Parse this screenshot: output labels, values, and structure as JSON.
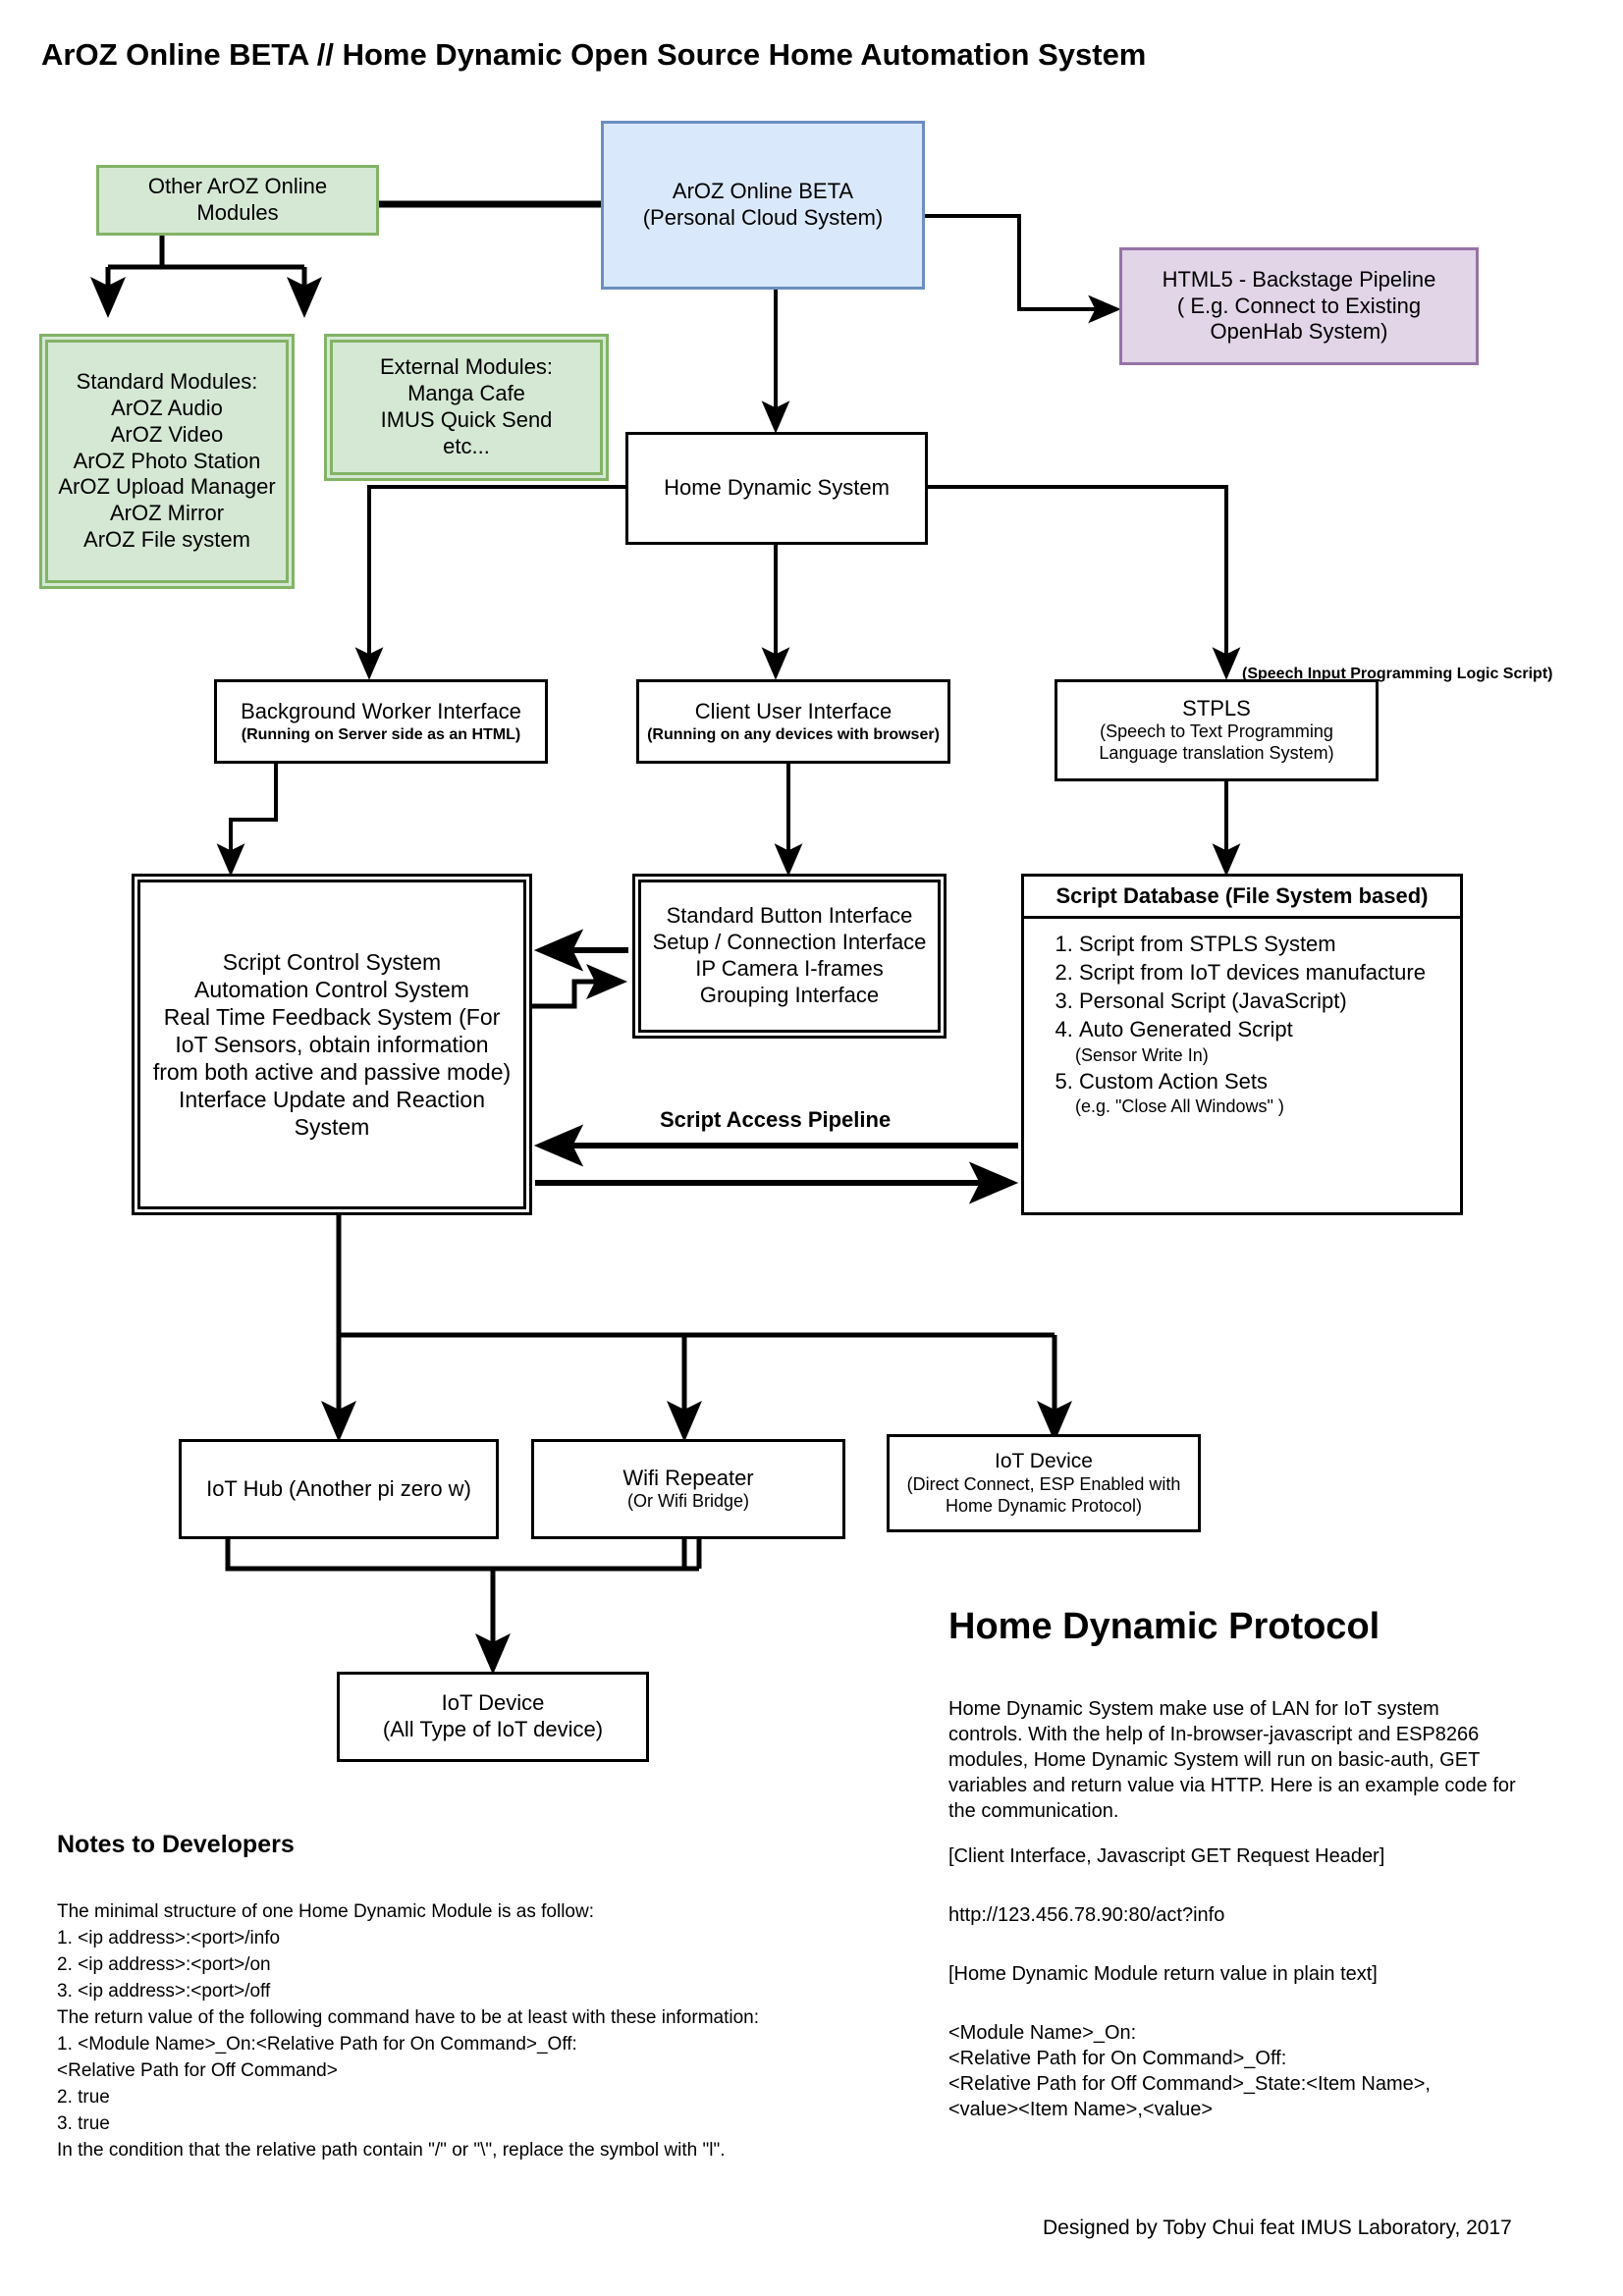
{
  "title": "ArOZ Online BETA //  Home Dynamic Open Source Home Automation System",
  "colors": {
    "green_fill": "#d5e8d4",
    "green_stroke": "#82b366",
    "blue_fill": "#dae8fc",
    "blue_stroke": "#6c8ebf",
    "purple_fill": "#e1d5e7",
    "purple_stroke": "#9673a6",
    "line": "#000000",
    "background": "#ffffff"
  },
  "nodes": {
    "aroz_online": {
      "lines": [
        "ArOZ Online BETA",
        "(Personal Cloud System)"
      ]
    },
    "other_modules": {
      "lines": [
        "Other ArOZ Online",
        "Modules"
      ]
    },
    "standard_modules": {
      "lines": [
        "Standard Modules:",
        "ArOZ Audio",
        "ArOZ Video",
        "ArOZ Photo Station",
        "ArOZ Upload Manager",
        "ArOZ Mirror",
        "ArOZ File system"
      ]
    },
    "external_modules": {
      "lines": [
        "External Modules:",
        "Manga Cafe",
        "IMUS Quick Send",
        "etc..."
      ]
    },
    "html5_pipeline": {
      "lines": [
        "HTML5 - Backstage Pipeline",
        "( E.g. Connect to Existing",
        "OpenHab System)"
      ]
    },
    "home_dynamic_system": {
      "lines": [
        "Home Dynamic System"
      ]
    },
    "background_worker": {
      "title": "Background Worker Interface",
      "sub": "(Running on Server side as an HTML)"
    },
    "client_user_interface": {
      "title": "Client User Interface",
      "sub": "(Running on any devices with browser)"
    },
    "stpls": {
      "title": "STPLS",
      "sub_lines": [
        "(Speech to Text Programming",
        "Language translation System)"
      ],
      "caption": "(Speech Input Programming Logic Script)"
    },
    "script_control_system": {
      "lines": [
        "Script Control System",
        "Automation Control System",
        "Real Time Feedback System (For",
        "IoT Sensors, obtain information",
        "from both active and passive mode)",
        "Interface Update and Reaction",
        "System"
      ]
    },
    "standard_button_interface": {
      "lines": [
        "Standard Button Interface",
        "Setup / Connection Interface",
        "IP Camera I-frames",
        "Grouping Interface"
      ]
    },
    "script_database": {
      "header": "Script Database (File System based)",
      "items": [
        {
          "text": "Script from STPLS System",
          "note": ""
        },
        {
          "text": "Script from IoT devices manufacture",
          "note": ""
        },
        {
          "text": "Personal Script (JavaScript)",
          "note": ""
        },
        {
          "text": "Auto Generated Script",
          "note": "(Sensor Write In)"
        },
        {
          "text": "Custom Action Sets",
          "note": "(e.g. \"Close All Windows\" )"
        }
      ]
    },
    "iot_hub": {
      "lines": [
        "IoT Hub (Another pi zero w)"
      ]
    },
    "wifi_repeater": {
      "title": "Wifi Repeater",
      "sub": "(Or Wifi Bridge)"
    },
    "iot_device_direct": {
      "title": "IoT Device",
      "sub_lines": [
        "(Direct Connect, ESP Enabled with",
        "Home Dynamic Protocol)"
      ]
    },
    "iot_device_all": {
      "lines": [
        "IoT Device",
        "(All Type of IoT device)"
      ]
    }
  },
  "labels": {
    "script_access_pipeline": "Script Access Pipeline"
  },
  "notes_to_developers": {
    "heading": "Notes to Developers",
    "lines": [
      "The minimal structure of one Home Dynamic Module is as follow:",
      "1. <ip address>:<port>/info",
      "2. <ip address>:<port>/on",
      "3. <ip address>:<port>/off",
      "The return value of the following command have to be at least with these information:",
      "1. <Module Name>_On:<Relative Path for On Command>_Off:",
      "<Relative Path for Off Command>",
      "2. true",
      "3. true",
      "In the condition that the relative path contain \"/\" or \"\\\", replace the symbol with \"l\"."
    ]
  },
  "home_dynamic_protocol": {
    "heading": "Home Dynamic Protocol",
    "paragraph": "Home Dynamic System make use of LAN for IoT system controls. With the help of In-browser-javascript and ESP8266 modules, Home Dynamic System will run on basic-auth, GET variables and return value via HTTP. Here is an example code for the communication.",
    "block1_label": "[Client Interface, Javascript GET Request Header]",
    "block1_code": "http://123.456.78.90:80/act?info",
    "block2_label": "[Home Dynamic Module return value in plain text]",
    "block2_code_lines": [
      "<Module Name>_On:",
      "<Relative Path for On Command>_Off:",
      "<Relative Path for Off Command>_State:<Item Name>,",
      "<value><Item Name>,<value>"
    ]
  },
  "footer": {
    "credit": "Designed by Toby Chui feat IMUS Laboratory, 2017"
  }
}
